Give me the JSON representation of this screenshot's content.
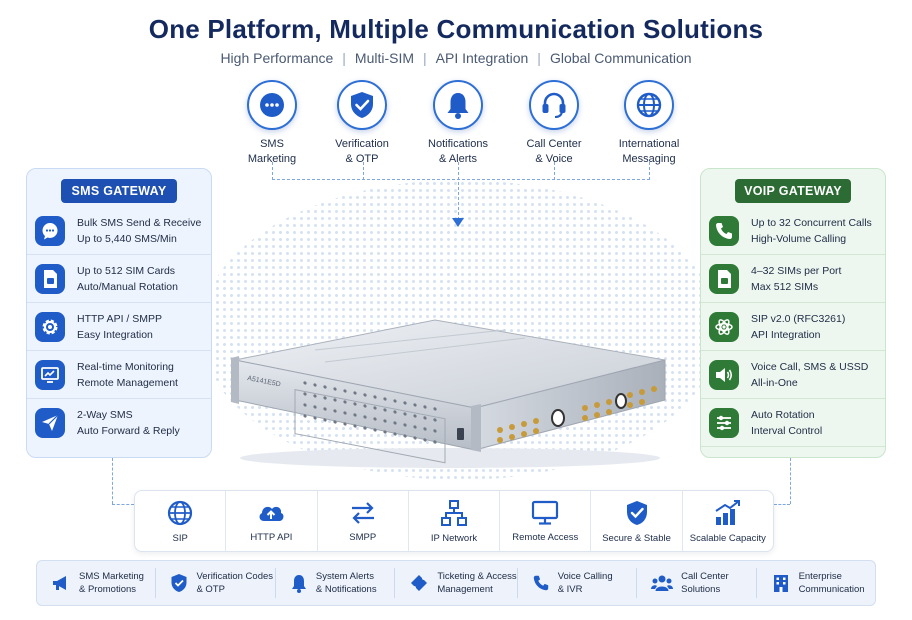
{
  "header": {
    "title": "One Platform, Multiple Communication Solutions",
    "subtitle": [
      "High Performance",
      "Multi-SIM",
      "API Integration",
      "Global Communication"
    ]
  },
  "solutions": [
    {
      "icon": "chat-bubble-icon",
      "line1": "SMS",
      "line2": "Marketing"
    },
    {
      "icon": "shield-check-icon",
      "line1": "Verification",
      "line2": "& OTP"
    },
    {
      "icon": "bell-icon",
      "line1": "Notifications",
      "line2": "& Alerts"
    },
    {
      "icon": "headset-icon",
      "line1": "Call Center",
      "line2": "& Voice"
    },
    {
      "icon": "globe-icon",
      "line1": "International",
      "line2": "Messaging"
    }
  ],
  "sms_gateway": {
    "title": "SMS GATEWAY",
    "items": [
      {
        "icon": "chat-bubble-icon",
        "line1": "Bulk SMS Send & Receive",
        "line2": "Up to 5,440 SMS/Min"
      },
      {
        "icon": "sim-card-icon",
        "line1": "Up to 512 SIM Cards",
        "line2": "Auto/Manual Rotation"
      },
      {
        "icon": "gear-icon",
        "line1": "HTTP API / SMPP",
        "line2": "Easy Integration"
      },
      {
        "icon": "monitor-chart-icon",
        "line1": "Real-time Monitoring",
        "line2": "Remote Management"
      },
      {
        "icon": "paper-plane-icon",
        "line1": "2-Way SMS",
        "line2": "Auto Forward & Reply"
      }
    ]
  },
  "voip_gateway": {
    "title": "VOIP GATEWAY",
    "items": [
      {
        "icon": "phone-icon",
        "line1": "Up to 32 Concurrent Calls",
        "line2": "High-Volume Calling"
      },
      {
        "icon": "sim-card-icon",
        "line1": "4–32 SIMs per Port",
        "line2": "Max 512 SIMs"
      },
      {
        "icon": "atom-icon",
        "line1": "SIP v2.0 (RFC3261)",
        "line2": "API Integration"
      },
      {
        "icon": "speaker-icon",
        "line1": "Voice Call, SMS & USSD",
        "line2": "All-in-One"
      },
      {
        "icon": "sliders-icon",
        "line1": "Auto Rotation",
        "line2": "Interval Control"
      }
    ]
  },
  "device": {
    "brand": "A5141E5D"
  },
  "features": [
    {
      "icon": "globe-icon",
      "label": "SIP"
    },
    {
      "icon": "cloud-upload-icon",
      "label": "HTTP API"
    },
    {
      "icon": "arrows-swap-icon",
      "label": "SMPP"
    },
    {
      "icon": "network-icon",
      "label": "IP Network"
    },
    {
      "icon": "monitor-icon",
      "label": "Remote Access"
    },
    {
      "icon": "shield-check-icon",
      "label": "Secure & Stable"
    },
    {
      "icon": "growth-chart-icon",
      "label": "Scalable Capacity"
    }
  ],
  "use_cases": [
    {
      "icon": "megaphone-icon",
      "line1": "SMS Marketing",
      "line2": "& Promotions"
    },
    {
      "icon": "shield-check-icon",
      "line1": "Verification Codes",
      "line2": "& OTP"
    },
    {
      "icon": "bell-icon",
      "line1": "System Alerts",
      "line2": "& Notifications"
    },
    {
      "icon": "ticket-icon",
      "line1": "Ticketing & Access",
      "line2": "Management"
    },
    {
      "icon": "phone-icon",
      "line1": "Voice Calling",
      "line2": "& IVR"
    },
    {
      "icon": "people-icon",
      "line1": "Call Center",
      "line2": "Solutions"
    },
    {
      "icon": "building-icon",
      "line1": "Enterprise",
      "line2": "Communication"
    }
  ],
  "colors": {
    "primary_blue": "#1e4fb3",
    "title_navy": "#14295e",
    "voip_green": "#2c6b33"
  }
}
